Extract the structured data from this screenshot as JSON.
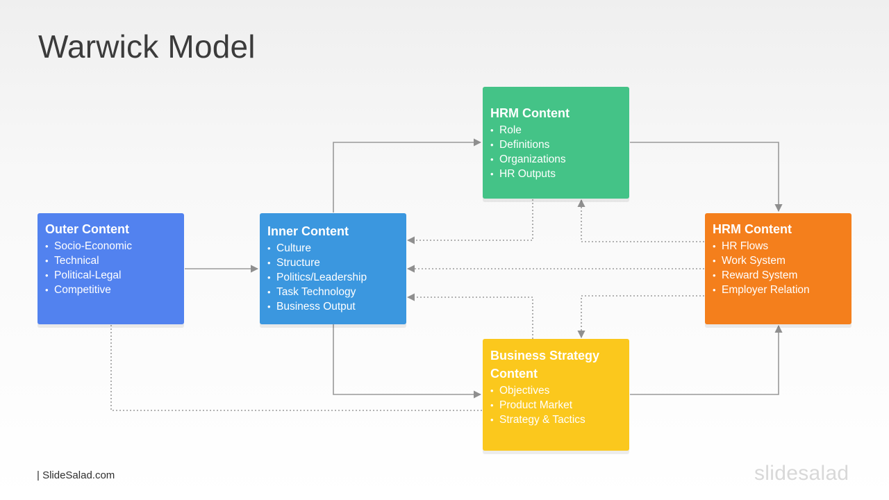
{
  "title": "Warwick Model",
  "boxes": {
    "outer": {
      "title": "Outer Content",
      "items": [
        "Socio-Economic",
        "Technical",
        "Political-Legal",
        "Competitive"
      ],
      "color": "#5282ef"
    },
    "inner": {
      "title": "Inner Content",
      "items": [
        "Culture",
        "Structure",
        "Politics/Leadership",
        "Task Technology",
        "Business Output"
      ],
      "color": "#3b97df"
    },
    "hrm_top": {
      "title": "HRM Content",
      "items": [
        "Role",
        "Definitions",
        "Organizations",
        "HR Outputs"
      ],
      "color": "#44c387"
    },
    "hrm_right": {
      "title": "HRM Content",
      "items": [
        "HR Flows",
        "Work System",
        "Reward System",
        "Employer Relation"
      ],
      "color": "#f47f1c"
    },
    "business": {
      "title": "Business Strategy Content",
      "items": [
        "Objectives",
        "Product Market",
        "Strategy & Tactics"
      ],
      "color": "#fbc81d"
    }
  },
  "footer": "| SlideSalad.com",
  "brand": "slidesalad"
}
